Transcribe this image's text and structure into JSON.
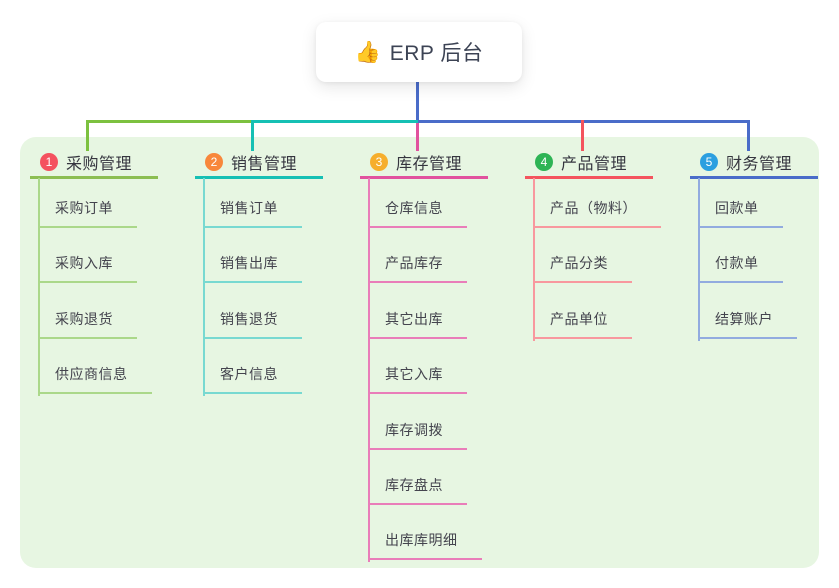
{
  "root": {
    "emoji": "👍",
    "title": "ERP 后台"
  },
  "branches": [
    {
      "badge": "1",
      "label": "采购管理",
      "badge_color": "#f4525f",
      "line_color": "#8cbe52",
      "child_line_color": "#abd88a",
      "children": [
        "采购订单",
        "采购入库",
        "采购退货",
        "供应商信息"
      ]
    },
    {
      "badge": "2",
      "label": "销售管理",
      "badge_color": "#f8873b",
      "line_color": "#16c0b4",
      "child_line_color": "#78d9d1",
      "children": [
        "销售订单",
        "销售出库",
        "销售退货",
        "客户信息"
      ]
    },
    {
      "badge": "3",
      "label": "库存管理",
      "badge_color": "#f6ae2d",
      "line_color": "#e1529e",
      "child_line_color": "#e97db9",
      "children": [
        "仓库信息",
        "产品库存",
        "其它出库",
        "其它入库",
        "库存调拨",
        "库存盘点",
        "出库库明细"
      ]
    },
    {
      "badge": "4",
      "label": "产品管理",
      "badge_color": "#2eb455",
      "line_color": "#f4545e",
      "child_line_color": "#f8989e",
      "children": [
        "产品（物料）",
        "产品分类",
        "产品单位"
      ]
    },
    {
      "badge": "5",
      "label": "财务管理",
      "badge_color": "#2b9fe0",
      "line_color": "#4a6cc9",
      "child_line_color": "#92abdf",
      "children": [
        "回款单",
        "付款单",
        "结算账户"
      ]
    }
  ],
  "palette": {
    "canvas_bg": "#ffffff",
    "group_bg": "#e7f6e2",
    "root_connector": "#4a6cc9",
    "connector_green": "#7cc13f",
    "connector_teal": "#16c0b4",
    "connector_magenta": "#e1529e",
    "connector_red": "#f4545e",
    "connector_blue": "#4a6cc9"
  }
}
